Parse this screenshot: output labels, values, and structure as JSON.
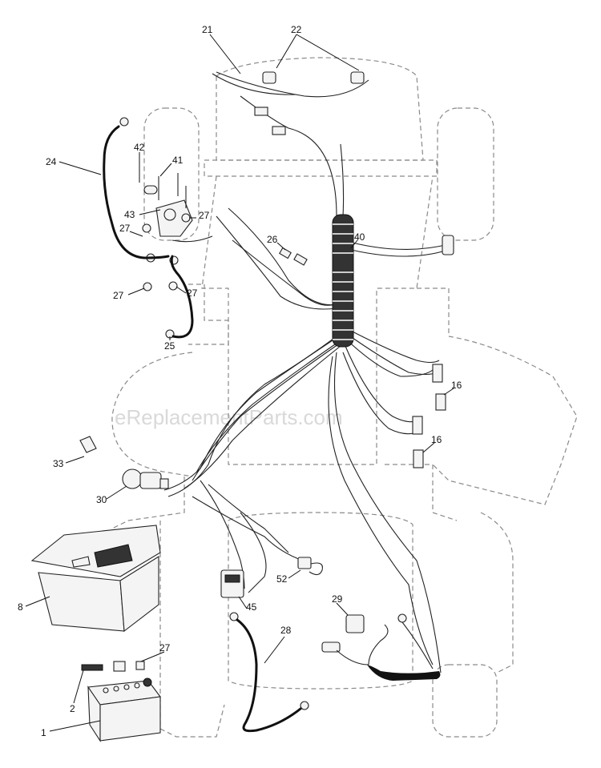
{
  "watermark": "eReplacementParts.com",
  "callouts": {
    "c21": "21",
    "c22": "22",
    "c24": "24",
    "c42": "42",
    "c41": "41",
    "c43": "43",
    "c27a": "27",
    "c27b": "27",
    "c27c": "27",
    "c27d": "27",
    "c27e": "27",
    "c26": "26",
    "c40": "40",
    "c25": "25",
    "c16a": "16",
    "c16b": "16",
    "c33": "33",
    "c30": "30",
    "c8": "8",
    "c52": "52",
    "c45": "45",
    "c29": "29",
    "c28": "28",
    "c2": "2",
    "c1": "1"
  }
}
